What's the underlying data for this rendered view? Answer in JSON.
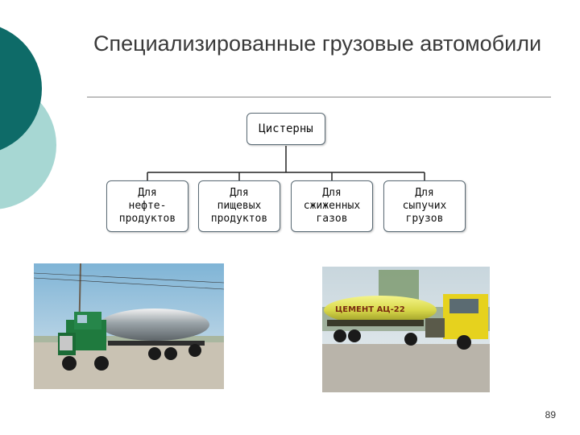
{
  "slide": {
    "title": "Специализированные грузовые автомобили",
    "page_number": "89"
  },
  "diagram": {
    "root": "Цистерны",
    "children": [
      "Для\nнефте-\nпродуктов",
      "Для\nпищевых\nпродуктов",
      "Для\nсжиженных\nгазов",
      "Для\nсыпучих\nгрузов"
    ]
  },
  "photos": {
    "right_truck_lettering": "ЦЕМЕНТ АЦ-22"
  },
  "colors": {
    "deco_dark": "#0e6b68",
    "deco_light": "#8fcac6",
    "box_border": "#5a6a74"
  }
}
